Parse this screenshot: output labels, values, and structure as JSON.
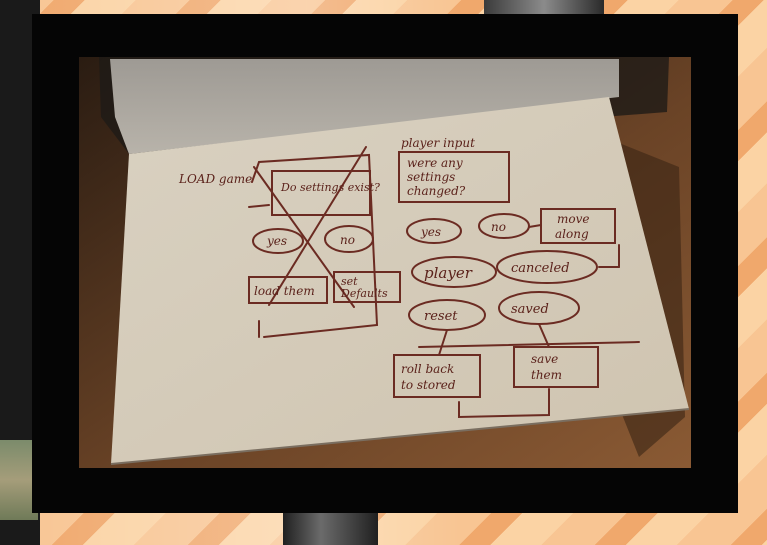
{
  "image": {
    "kind": "photograph",
    "frame_color": "#050505",
    "table_color": "#5b3a22",
    "paper_color": "#e0d8c8"
  },
  "sketch": {
    "left_heading": "LOAD game",
    "left_box": "Do settings exist?",
    "left_yes": "yes",
    "left_no": "no",
    "left_load": "load them",
    "left_set_line1": "set",
    "left_set_line2": "Defaults",
    "right_heading": "player input",
    "right_box_line1": "were any",
    "right_box_line2": "settings",
    "right_box_line3": "changed?",
    "right_yes": "yes",
    "right_no": "no",
    "move_line1": "move",
    "move_line2": "along",
    "player": "player",
    "canceled": "canceled",
    "reset": "reset",
    "saved": "saved",
    "roll_line1": "roll back",
    "roll_line2": "to stored",
    "save_line1": "save",
    "save_line2": "them"
  }
}
